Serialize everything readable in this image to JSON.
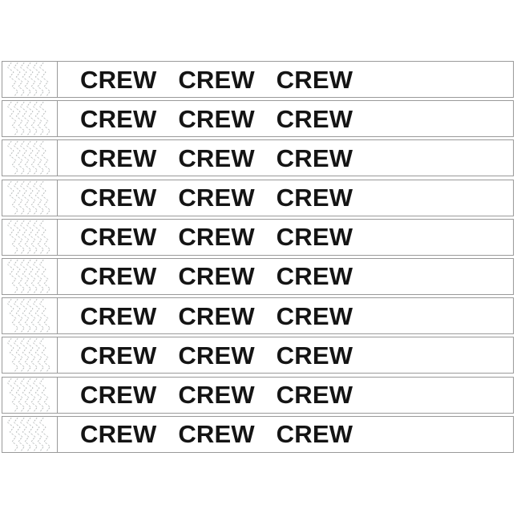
{
  "sheet": {
    "band_count": 10,
    "bands": [
      {
        "label": "CREW CREW CREW"
      },
      {
        "label": "CREW CREW CREW"
      },
      {
        "label": "CREW CREW CREW"
      },
      {
        "label": "CREW CREW CREW"
      },
      {
        "label": "CREW CREW CREW"
      },
      {
        "label": "CREW CREW CREW"
      },
      {
        "label": "CREW CREW CREW"
      },
      {
        "label": "CREW CREW CREW"
      },
      {
        "label": "CREW CREW CREW"
      },
      {
        "label": "CREW CREW CREW"
      }
    ]
  },
  "icons": {
    "serration_zigzag": "vertical light-gray zigzag perforation pattern on wristband stub"
  },
  "colors": {
    "background": "#ffffff",
    "band_border": "#9a9a9a",
    "stub_divider": "#9a9a9a",
    "serration_stroke": "#b4b8b8",
    "label_text": "#141414"
  }
}
